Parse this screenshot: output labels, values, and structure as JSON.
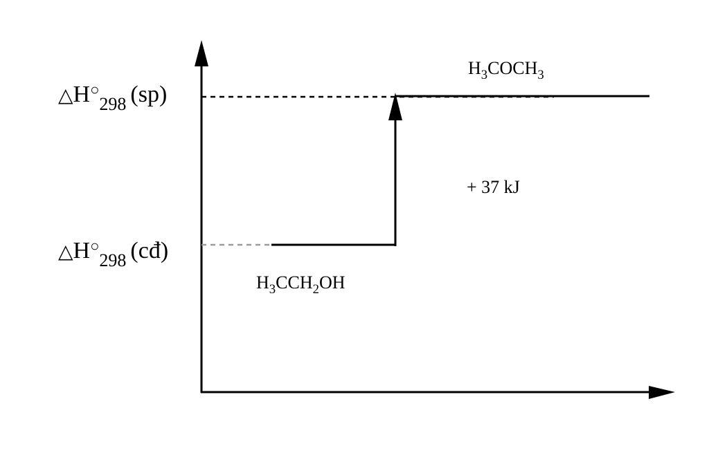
{
  "y_axis": {
    "level_high": {
      "delta": "△",
      "H": "H",
      "degree": "○",
      "T": "298",
      "tag": "(sp)"
    },
    "level_low": {
      "delta": "△",
      "H": "H",
      "degree": "○",
      "T": "298",
      "tag": "(cđ)"
    }
  },
  "species": {
    "product": {
      "p1": "H",
      "s1": "3",
      "p2": "COCH",
      "s2": "3"
    },
    "reactant": {
      "p1": "H",
      "s1": "3",
      "p2": "CCH",
      "s2": "2",
      "p3": "OH"
    }
  },
  "enthalpy_change": "+ 37 kJ",
  "colors": {
    "line": "#000000",
    "dashed_reference": "#000000",
    "faded_dash": "#9a9a9a"
  }
}
